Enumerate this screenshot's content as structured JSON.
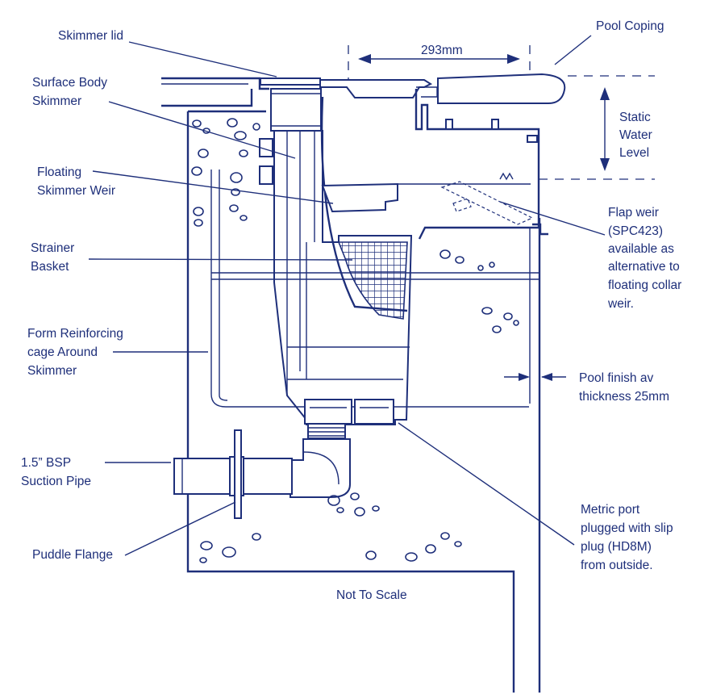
{
  "colors": {
    "ink": "#1e2f7a",
    "background": "#ffffff"
  },
  "labels": {
    "skimmer_lid": "Skimmer lid",
    "surface_body_1": "Surface Body",
    "surface_body_2": "Skimmer",
    "floating_weir_1": "Floating",
    "floating_weir_2": "Skimmer Weir",
    "strainer_1": "Strainer",
    "strainer_2": "Basket",
    "form_cage_1": "Form Reinforcing",
    "form_cage_2": "cage Around",
    "form_cage_3": "Skimmer",
    "suction_1": "1.5” BSP",
    "suction_2": "Suction Pipe",
    "puddle_flange": "Puddle Flange",
    "pool_coping": "Pool Coping",
    "dimension": "293mm",
    "static_1": "Static",
    "static_2": "Water",
    "static_3": "Level",
    "flap_1": "Flap weir",
    "flap_2": "(SPC423)",
    "flap_3": "available as",
    "flap_4": "alternative to",
    "flap_5": "floating collar",
    "flap_6": "weir.",
    "finish_1": "Pool finish av",
    "finish_2": "thickness 25mm",
    "metric_1": "Metric port",
    "metric_2": "plugged with slip",
    "metric_3": "plug (HD8M)",
    "metric_4": "from outside.",
    "not_to_scale": "Not To Scale"
  }
}
